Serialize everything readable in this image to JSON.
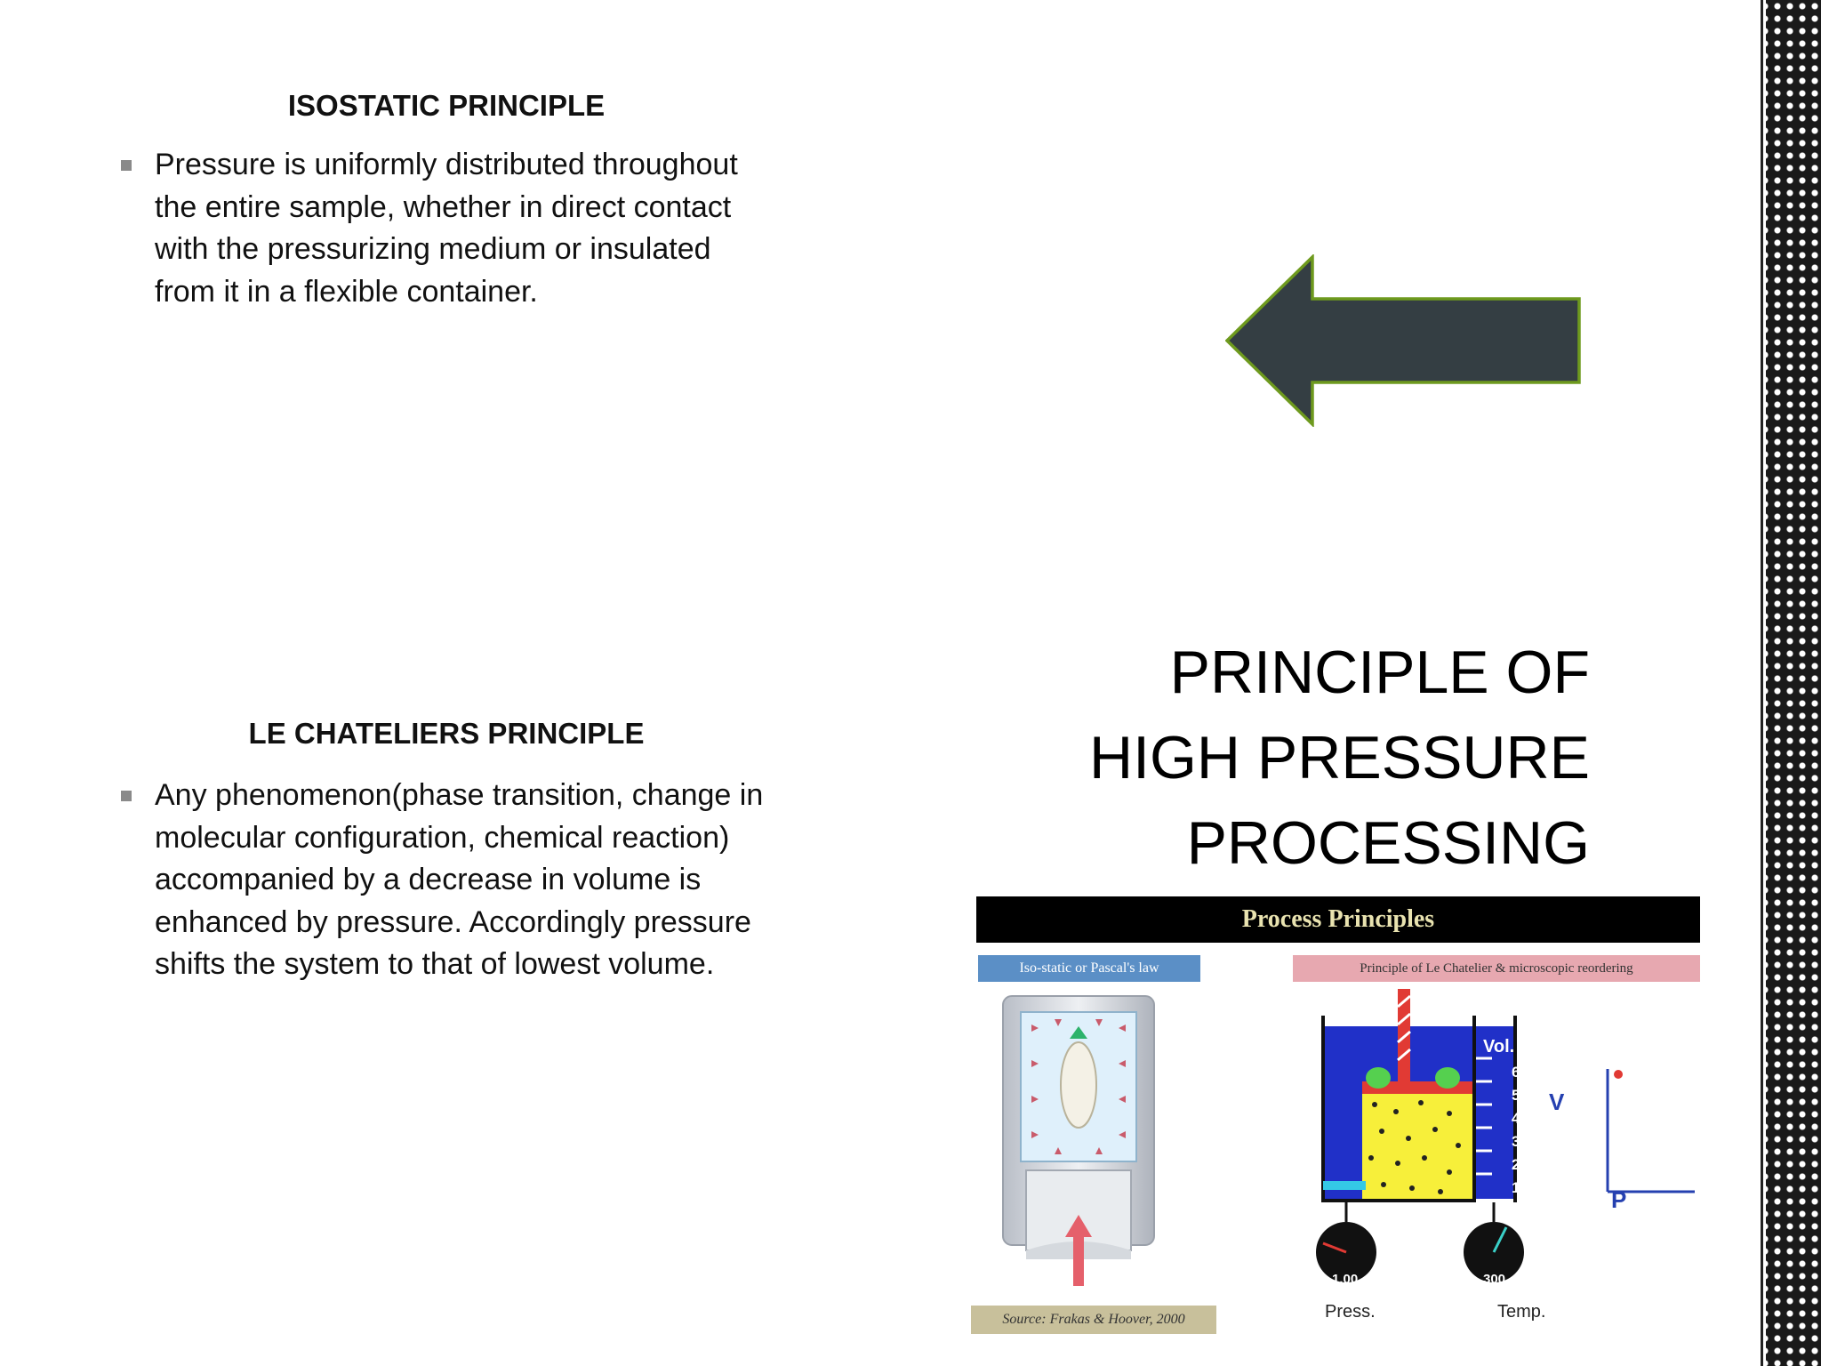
{
  "isostatic": {
    "heading": "ISOSTATIC PRINCIPLE",
    "text": "Pressure is uniformly distributed throughout the entire sample, whether in direct contact with the  pressurizing medium or insulated from it in a flexible container."
  },
  "le_chatelier": {
    "heading": "LE CHATELIERS PRINCIPLE",
    "text": "Any phenomenon(phase transition, change in molecular configuration, chemical reaction) accompanied by a decrease in volume is enhanced by pressure. Accordingly pressure shifts the system to that of lowest volume."
  },
  "title": {
    "line1": "PRINCIPLE OF",
    "line2": "HIGH PRESSURE",
    "line3": "PROCESSING"
  },
  "figure": {
    "banner": "Process Principles",
    "left_tag": "Iso-static or Pascal's law",
    "right_tag": "Principle of Le Chatelier & microscopic reordering",
    "source": "Source: Frakas & Hoover, 2000",
    "vol_label": "Vol.",
    "vol_ticks": [
      "6",
      "5",
      "4",
      "3",
      "2",
      "1"
    ],
    "axis_v": "V",
    "axis_p": "P",
    "press_value": "1.00",
    "temp_value": "300",
    "press_label": "Press.",
    "temp_label": "Temp."
  },
  "colors": {
    "arrow_fill": "#343e43",
    "arrow_stroke": "#6e9a1e",
    "bullet": "#8a8a8a"
  },
  "icons": {
    "arrow": "left-arrow-icon",
    "bullet": "square-bullet-icon"
  }
}
